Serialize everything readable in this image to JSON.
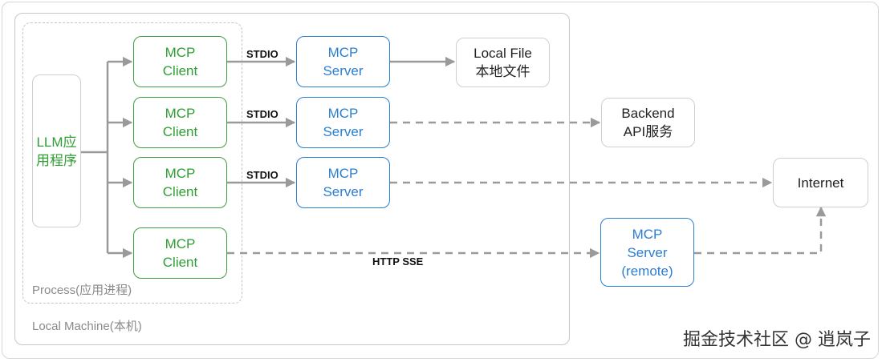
{
  "regions": {
    "local_machine_label": "Local Machine(本机)",
    "process_label": "Process(应用进程)"
  },
  "llm_app": {
    "line1": "LLM应",
    "line2": "用程序"
  },
  "clients": [
    {
      "line1": "MCP",
      "line2": "Client"
    },
    {
      "line1": "MCP",
      "line2": "Client"
    },
    {
      "line1": "MCP",
      "line2": "Client"
    },
    {
      "line1": "MCP",
      "line2": "Client"
    }
  ],
  "servers": [
    {
      "line1": "MCP",
      "line2": "Server"
    },
    {
      "line1": "MCP",
      "line2": "Server"
    },
    {
      "line1": "MCP",
      "line2": "Server"
    }
  ],
  "remote_server": {
    "line1": "MCP",
    "line2": "Server",
    "line3": "(remote)"
  },
  "targets": {
    "local_file": {
      "line1": "Local File",
      "line2": "本地文件"
    },
    "backend_api": {
      "line1": "Backend",
      "line2": "API服务"
    },
    "internet": {
      "line1": "Internet"
    }
  },
  "edge_labels": {
    "stdio_1": "STDIO",
    "stdio_2": "STDIO",
    "stdio_3": "STDIO",
    "http_sse": "HTTP SSE"
  },
  "watermark": "掘金技术社区 @ 逍岚子",
  "colors": {
    "client_green": "#2e9e34",
    "server_blue": "#2b7fd0",
    "arrow_gray": "#9a9a9a"
  }
}
